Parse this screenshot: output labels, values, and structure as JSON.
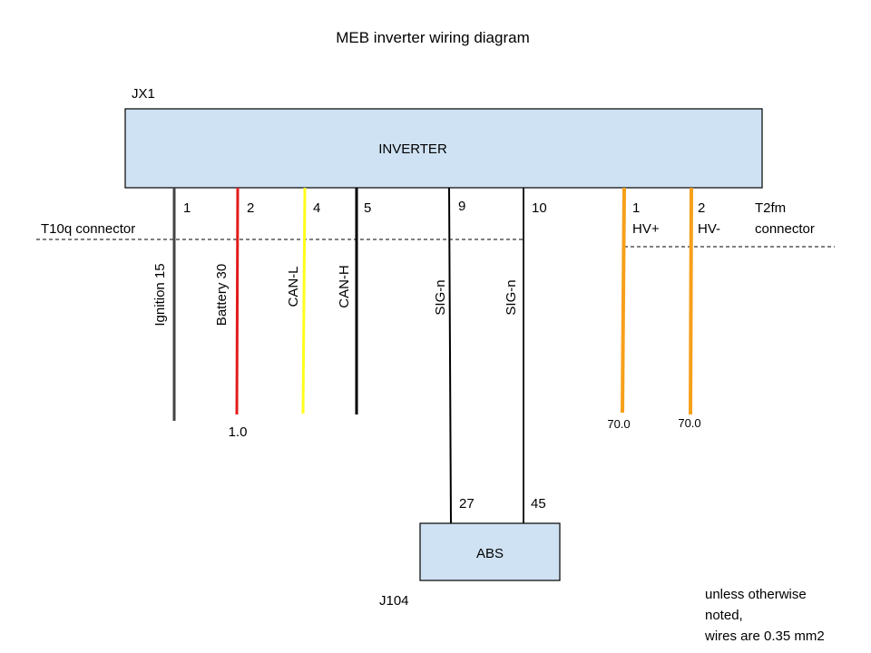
{
  "title": "MEB inverter wiring diagram",
  "inverter": {
    "label": "INVERTER",
    "id": "JX1",
    "fill": "#cfe2f3"
  },
  "abs": {
    "label": "ABS",
    "id": "J104"
  },
  "connectors": {
    "t10q": "T10q connector",
    "t2fm_line1": "T2fm",
    "t2fm_line2": "connector"
  },
  "wires": [
    {
      "pin": "1",
      "name": "Ignition 15",
      "color": "#434343"
    },
    {
      "pin": "2",
      "name": "Battery 30",
      "color": "#e31b1b",
      "gauge": "1.0"
    },
    {
      "pin": "4",
      "name": "CAN-L",
      "color": "#ffff1a"
    },
    {
      "pin": "5",
      "name": "CAN-H",
      "color": "#000000"
    },
    {
      "pin": "9",
      "name": "SIG-n",
      "color": "#000000",
      "abs_pin": "27"
    },
    {
      "pin": "10",
      "name": "SIG-n",
      "color": "#222222",
      "abs_pin": "45"
    },
    {
      "pin": "1",
      "name": "HV+",
      "color": "#f6a01a",
      "gauge": "70.0"
    },
    {
      "pin": "2",
      "name": "HV-",
      "color": "#f6a01a",
      "gauge": "70.0"
    }
  ],
  "note": {
    "line1": "unless otherwise",
    "line2": "noted,",
    "line3": "wires are 0.35 mm2"
  }
}
